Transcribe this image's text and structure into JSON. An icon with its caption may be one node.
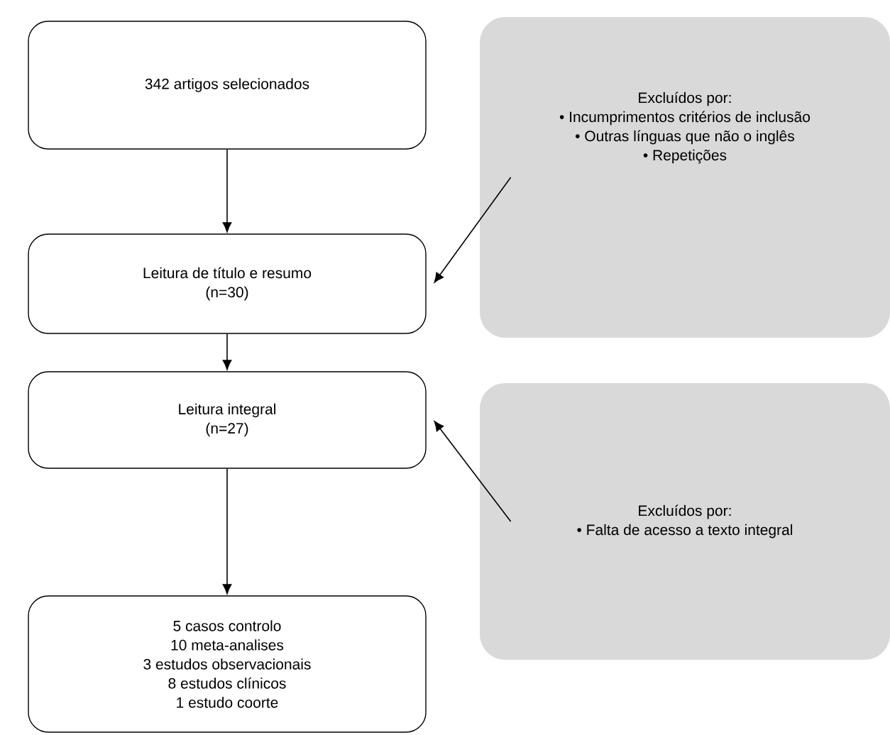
{
  "diagram": {
    "nodes": [
      {
        "text": [
          "342 artigos selecionados"
        ]
      },
      {
        "text": [
          "Leitura de título e resumo",
          "(n=30)"
        ]
      },
      {
        "text": [
          "Leitura integral",
          "(n=27)"
        ]
      },
      {
        "text": [
          "5 casos controlo",
          "10 meta-analises",
          "3 estudos observacionais",
          "8 estudos clínicos",
          "1 estudo coorte"
        ]
      },
      {
        "text": [
          "Excluídos por:",
          "• Incumprimentos critérios de inclusão",
          "• Outras línguas que não o inglês",
          "• Repetições"
        ]
      },
      {
        "text": [
          "Excluídos por:",
          "• Falta de acesso a texto integral"
        ]
      }
    ],
    "edges": [
      {
        "from": 0,
        "to": 1,
        "arrow": "to"
      },
      {
        "from": 1,
        "to": 2,
        "arrow": "to"
      },
      {
        "from": 2,
        "to": 3,
        "arrow": "to"
      },
      {
        "from": 4,
        "to": 1,
        "arrow": "to"
      },
      {
        "from": 5,
        "to": 2,
        "arrow": "to"
      }
    ]
  }
}
